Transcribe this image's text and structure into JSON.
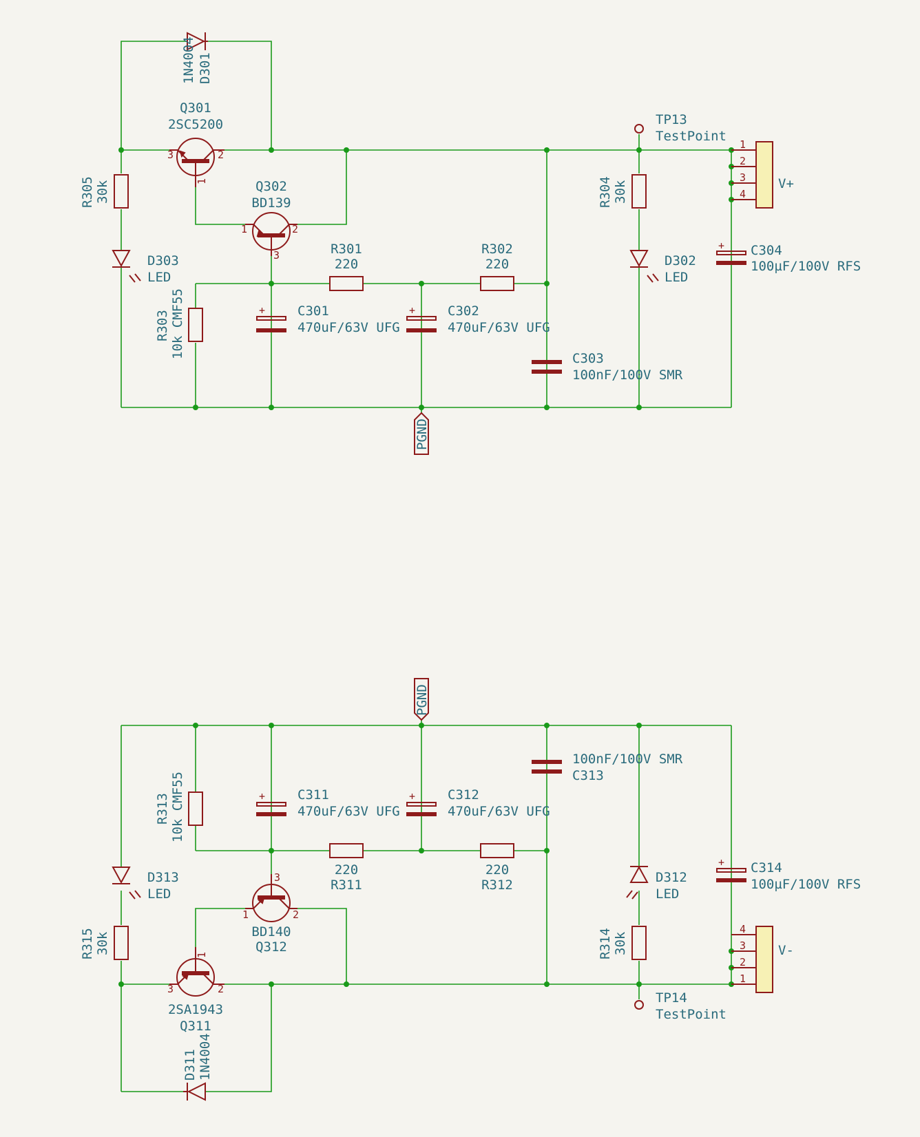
{
  "upper": {
    "d301": {
      "ref": "D301",
      "value": "1N4004"
    },
    "q301": {
      "ref": "Q301",
      "value": "2SC5200",
      "pins": [
        "3",
        "2",
        "1"
      ]
    },
    "q302": {
      "ref": "Q302",
      "value": "BD139",
      "pins": [
        "1",
        "2",
        "3"
      ]
    },
    "r305": {
      "ref": "R305",
      "value": "30k"
    },
    "d303": {
      "ref": "D303",
      "value": "LED"
    },
    "r303": {
      "ref": "R303",
      "value": "10k CMF55"
    },
    "r301": {
      "ref": "R301",
      "value": "220"
    },
    "r302": {
      "ref": "R302",
      "value": "220"
    },
    "c301": {
      "ref": "C301",
      "value": "470uF/63V UFG"
    },
    "c302": {
      "ref": "C302",
      "value": "470uF/63V UFG"
    },
    "c303": {
      "ref": "C303",
      "value": "100nF/100V SMR"
    },
    "r304": {
      "ref": "R304",
      "value": "30k"
    },
    "d302": {
      "ref": "D302",
      "value": "LED"
    },
    "tp13": {
      "ref": "TP13",
      "value": "TestPoint"
    },
    "c304": {
      "ref": "C304",
      "value": "100µF/100V RFS"
    },
    "conn": {
      "label": "V+",
      "pins": [
        "1",
        "2",
        "3",
        "4"
      ]
    },
    "gnd": "PGND"
  },
  "lower": {
    "gnd": "PGND",
    "r313": {
      "ref": "R313",
      "value": "10k CMF55"
    },
    "c311": {
      "ref": "C311",
      "value": "470uF/63V UFG"
    },
    "c312": {
      "ref": "C312",
      "value": "470uF/63V UFG"
    },
    "c313": {
      "ref": "C313",
      "value": "100nF/100V SMR"
    },
    "r311": {
      "ref": "R311",
      "value": "220"
    },
    "r312": {
      "ref": "R312",
      "value": "220"
    },
    "d313": {
      "ref": "D313",
      "value": "LED"
    },
    "q312": {
      "ref": "Q312",
      "value": "BD140",
      "pins": [
        "3",
        "1",
        "2"
      ]
    },
    "r315": {
      "ref": "R315",
      "value": "30k"
    },
    "q311": {
      "ref": "Q311",
      "value": "2SA1943",
      "pins": [
        "1",
        "3",
        "2"
      ]
    },
    "d311": {
      "ref": "D311",
      "value": "1N4004"
    },
    "d312": {
      "ref": "D312",
      "value": "LED"
    },
    "r314": {
      "ref": "R314",
      "value": "30k"
    },
    "tp14": {
      "ref": "TP14",
      "value": "TestPoint"
    },
    "c314": {
      "ref": "C314",
      "value": "100µF/100V RFS"
    },
    "conn": {
      "label": "V-",
      "pins": [
        "4",
        "3",
        "2",
        "1"
      ]
    }
  }
}
